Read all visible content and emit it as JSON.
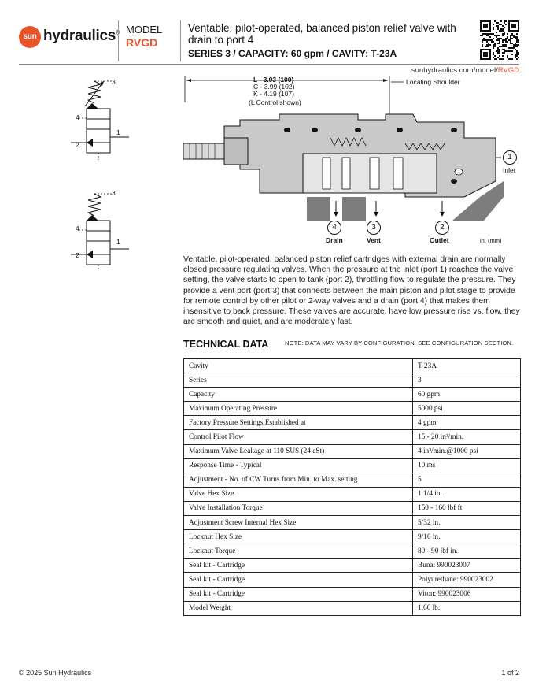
{
  "header": {
    "brand_logo": "sun hydraulics",
    "logo_circle_text": "sun",
    "logo_word_text": "hydraulics",
    "model_label": "MODEL",
    "model_code": "RVGD",
    "title": "Ventable, pilot-operated, balanced piston relief valve with drain to port 4",
    "series_line": "SERIES 3 / CAPACITY: 60 gpm / CAVITY: T-23A",
    "url_prefix": "sunhydraulics.com/model/",
    "url_model": "RVGD",
    "accent_color": "#e8532a"
  },
  "symbols": {
    "top": {
      "port_3": "3",
      "port_4": "4",
      "port_1": "1",
      "port_2": "2"
    },
    "bottom": {
      "port_3": "3",
      "port_4": "4",
      "port_1": "1",
      "port_2": "2"
    }
  },
  "cutaway": {
    "dim_l": "L - 3.93 (100)",
    "dim_c": "C - 3.99 (102)",
    "dim_k": "K - 4.19 (107)",
    "dim_note": "(L Control shown)",
    "locating_shoulder": "Locating Shoulder",
    "inlet_num": "1",
    "inlet_label": "Inlet",
    "drain_num": "4",
    "drain_label": "Drain",
    "vent_num": "3",
    "vent_label": "Vent",
    "outlet_num": "2",
    "outlet_label": "Outlet",
    "units": "in. (mm)"
  },
  "description": "Ventable, pilot-operated, balanced piston relief cartridges with external drain are normally closed pressure regulating valves. When the pressure at the inlet (port 1) reaches the valve setting, the valve starts to open to tank (port 2), throttling flow to regulate the pressure. They provide a vent port (port 3) that connects between the main piston and pilot stage to provide for remote control by other pilot or 2-way valves and a drain (port 4) that makes them insensitive to back pressure. These valves are accurate, have low pressure rise vs. flow, they are smooth and quiet, and are moderately fast.",
  "technical": {
    "title": "TECHNICAL DATA",
    "note": "NOTE: DATA MAY VARY BY CONFIGURATION. SEE CONFIGURATION SECTION.",
    "rows": [
      {
        "label": "Cavity",
        "value": "T-23A"
      },
      {
        "label": "Series",
        "value": "3"
      },
      {
        "label": "Capacity",
        "value": "60 gpm"
      },
      {
        "label": "Maximum Operating Pressure",
        "value": "5000 psi"
      },
      {
        "label": "Factory Pressure Settings Established at",
        "value": "4 gpm"
      },
      {
        "label": "Control Pilot Flow",
        "value": "15 - 20 in³/min."
      },
      {
        "label": "Maximum Valve Leakage at 110 SUS (24 cSt)",
        "value": "4 in³/min.@1000 psi"
      },
      {
        "label": "Response Time - Typical",
        "value": "10 ms"
      },
      {
        "label": "Adjustment - No. of CW Turns from Min. to Max. setting",
        "value": "5"
      },
      {
        "label": "Valve Hex Size",
        "value": "1 1/4 in."
      },
      {
        "label": "Valve Installation Torque",
        "value": "150 - 160 lbf ft"
      },
      {
        "label": "Adjustment Screw Internal Hex Size",
        "value": "5/32 in."
      },
      {
        "label": "Locknut Hex Size",
        "value": "9/16 in."
      },
      {
        "label": "Locknut Torque",
        "value": "80 - 90 lbf in."
      },
      {
        "label": "Seal kit - Cartridge",
        "value": "Buna: 990023007"
      },
      {
        "label": "Seal kit - Cartridge",
        "value": "Polyurethane: 990023002"
      },
      {
        "label": "Seal kit - Cartridge",
        "value": "Viton: 990023006"
      },
      {
        "label": "Model Weight",
        "value": "1.66 lb."
      }
    ]
  },
  "footer": {
    "copyright": "© 2025 Sun Hydraulics",
    "page": "1 of 2"
  },
  "icons": {
    "qr": "qr-code-icon",
    "spring": "spring-icon",
    "adjust_arrow": "adjustment-arrow-icon"
  }
}
